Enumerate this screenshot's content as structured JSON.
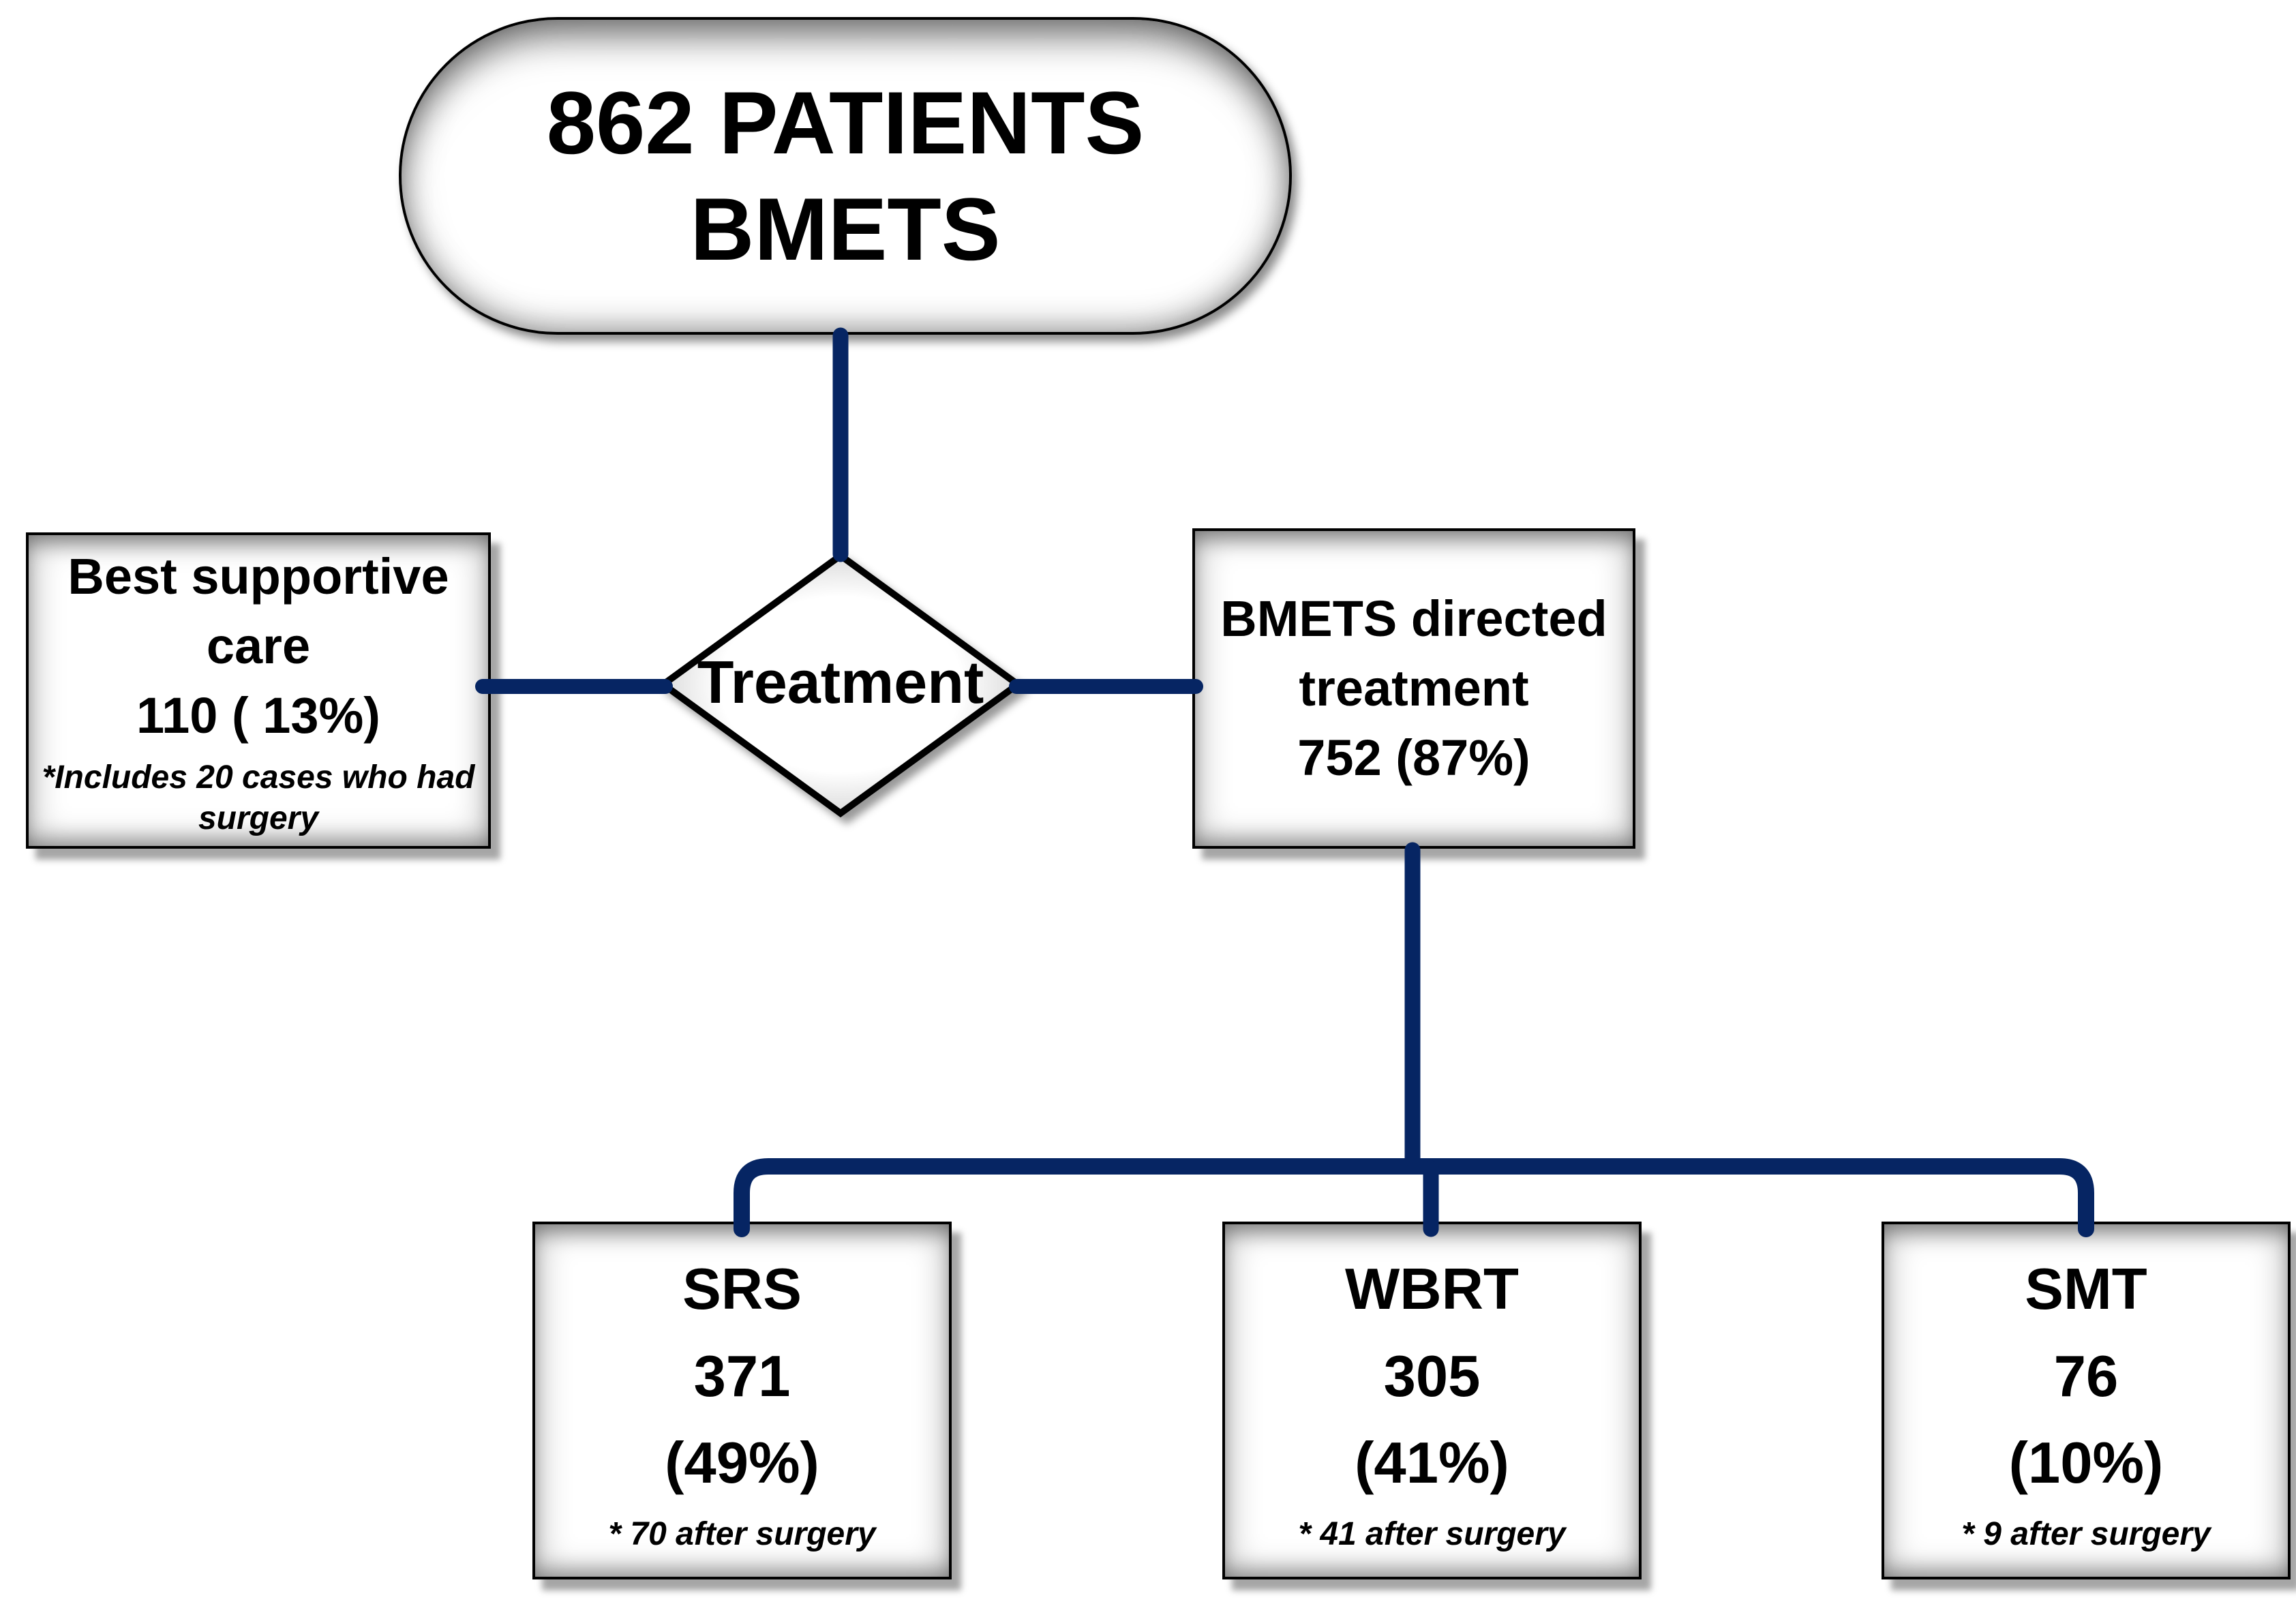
{
  "colors": {
    "connector": "#062563",
    "shape_border": "#000000",
    "text": "#000000"
  },
  "nodes": {
    "root": {
      "label": "862 PATIENTS\nBMETS"
    },
    "decision": {
      "label": "Treatment"
    },
    "best_supportive_care": {
      "title": "Best supportive care",
      "value": "110 ( 13%)",
      "note": "*Includes 20 cases who had surgery"
    },
    "bmets_directed": {
      "title": "BMETS directed treatment",
      "value": "752 (87%)"
    },
    "srs": {
      "title": "SRS",
      "value": "371",
      "percent": "(49%)",
      "note": "* 70 after surgery"
    },
    "wbrt": {
      "title": "WBRT",
      "value": "305",
      "percent": "(41%)",
      "note": "* 41 after surgery"
    },
    "smt": {
      "title": "SMT",
      "value": "76",
      "percent": "(10%)",
      "note": "* 9 after surgery"
    }
  }
}
